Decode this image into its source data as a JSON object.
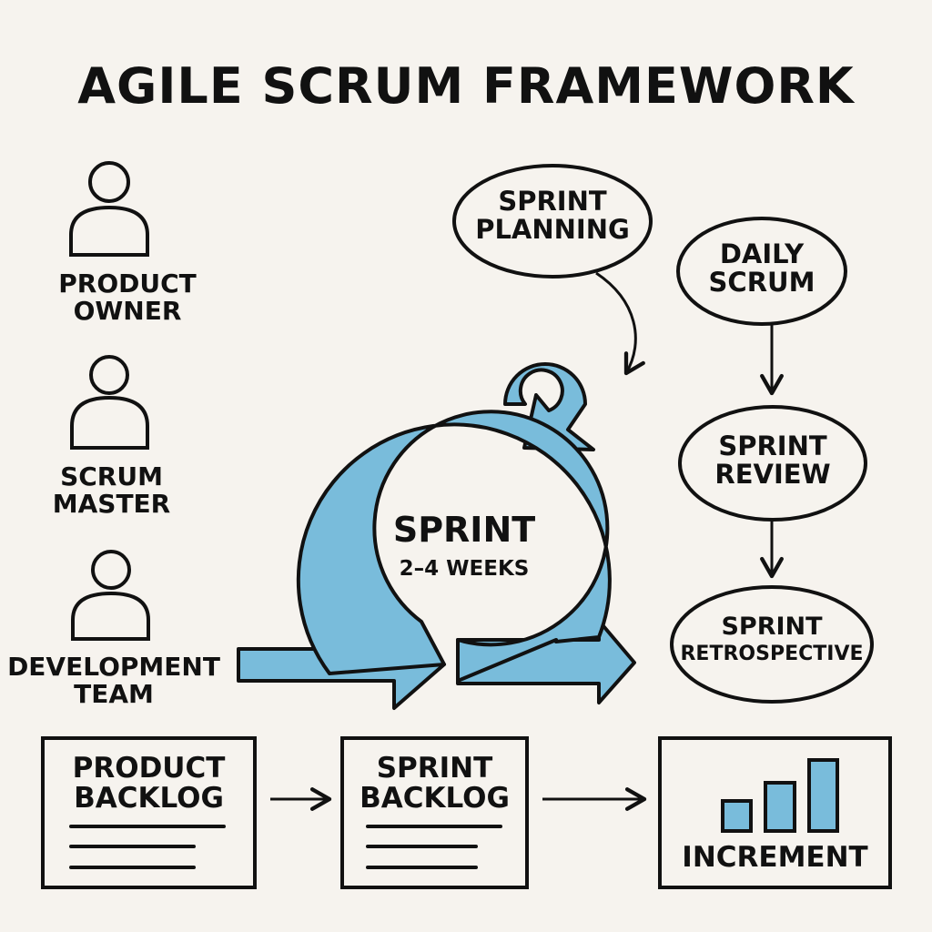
{
  "title": "AGILE SCRUM FRAMEWORK",
  "roles": [
    {
      "line1": "PRODUCT",
      "line2": "OWNER",
      "icon": "person-icon"
    },
    {
      "line1": "SCRUM",
      "line2": "MASTER",
      "icon": "person-icon"
    },
    {
      "line1": "DEVELOPMENT",
      "line2": "TEAM",
      "icon": "person-icon"
    }
  ],
  "sprint": {
    "title": "SPRINT",
    "duration": "2–4 WEEKS"
  },
  "events": {
    "planning": {
      "line1": "SPRINT",
      "line2": "PLANNING"
    },
    "daily": {
      "line1": "DAILY",
      "line2": "SCRUM"
    },
    "review": {
      "line1": "SPRINT",
      "line2": "REVIEW"
    },
    "retro": {
      "line1": "SPRINT",
      "line2": "RETROSPECTIVE"
    }
  },
  "artifacts": {
    "product_backlog": {
      "line1": "PRODUCT",
      "line2": "BACKLOG"
    },
    "sprint_backlog": {
      "line1": "SPRINT",
      "line2": "BACKLOG"
    },
    "increment": {
      "label": "INCREMENT",
      "icon": "bar-chart-icon"
    }
  },
  "colors": {
    "accent": "#79bcdb",
    "stroke": "#111111",
    "background": "#f6f3ee"
  }
}
